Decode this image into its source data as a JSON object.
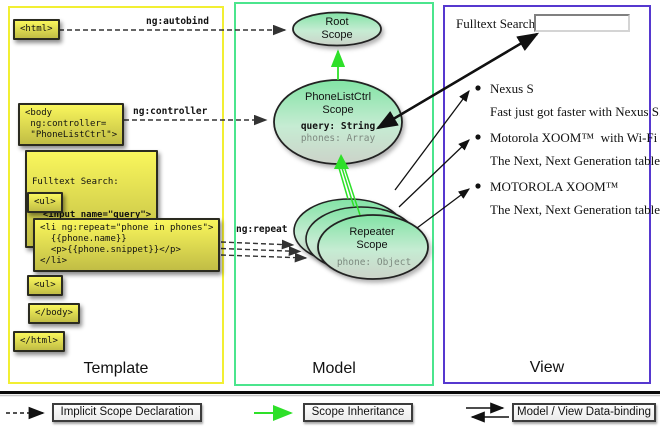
{
  "panels": {
    "template": {
      "label": "Template"
    },
    "model": {
      "label": "Model"
    },
    "view": {
      "label": "View"
    }
  },
  "template": {
    "boxes": {
      "html_open": "<html>",
      "body_open": "<body\n ng:controller=\n \"PhoneListCtrl\">",
      "fulltext_label": "Fulltext Search:",
      "fulltext_input": "  <input name=\"query\">",
      "ul_open": "<ul>",
      "li_repeat": "<li ng:repeat=\"phone in phones\">\n  {{phone.name}}\n  <p>{{phone.snippet}}</p>\n</li>",
      "ul_close": "<ul>",
      "body_close": "</body>",
      "html_close": "</html>"
    },
    "arrow_labels": {
      "autobind": "ng:autobind",
      "controller": "ng:controller",
      "repeat": "ng:repeat"
    }
  },
  "model": {
    "root_scope": {
      "title": "Root\nScope"
    },
    "phonelist_scope": {
      "title": "PhoneListCtrl\nScope",
      "prop_query": "query: String",
      "prop_phones": "phones: Array"
    },
    "repeater_scope": {
      "title": "Repeater\nScope",
      "prop_phone": "phone: Object"
    }
  },
  "view": {
    "search_label": "Fulltext Search:",
    "search_value": "",
    "items": [
      {
        "title": "Nexus S",
        "desc": "Fast just got faster with Nexus S."
      },
      {
        "title": "Motorola XOOM™  with Wi-Fi",
        "desc": "The Next, Next Generation tablet."
      },
      {
        "title": "MOTOROLA XOOM™",
        "desc": "The Next, Next Generation tablet."
      }
    ]
  },
  "legend": {
    "implicit": "Implicit Scope Declaration",
    "inheritance": "Scope Inheritance",
    "databinding": "Model / View Data-binding"
  },
  "colors": {
    "template_border": "#f2ef33",
    "model_border": "#4be58d",
    "view_border": "#5638cf",
    "codebox_top": "#f9f65c",
    "codebox_bottom": "#c1bd45",
    "scope_green_top": "#82e3a5",
    "scope_gray_bottom": "#d6dcd2",
    "inheritance_arrow": "#2ee029",
    "binding_arrow": "#111111"
  }
}
